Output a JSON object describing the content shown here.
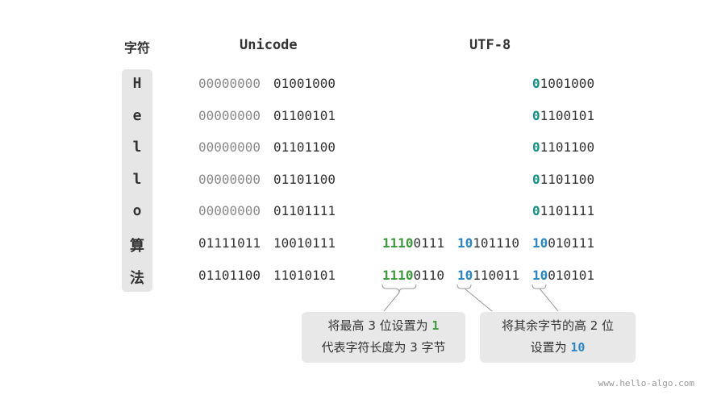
{
  "headers": {
    "char": "字符",
    "unicode": "Unicode",
    "utf8": "UTF-8"
  },
  "rows": [
    {
      "char": "H",
      "unicode_high": "00000000",
      "unicode_low": "01001000",
      "utf8": [
        {
          "prefix": "0",
          "rest": "1001000",
          "color": "teal"
        }
      ]
    },
    {
      "char": "e",
      "unicode_high": "00000000",
      "unicode_low": "01100101",
      "utf8": [
        {
          "prefix": "0",
          "rest": "1100101",
          "color": "teal"
        }
      ]
    },
    {
      "char": "l",
      "unicode_high": "00000000",
      "unicode_low": "01101100",
      "utf8": [
        {
          "prefix": "0",
          "rest": "1101100",
          "color": "teal"
        }
      ]
    },
    {
      "char": "l",
      "unicode_high": "00000000",
      "unicode_low": "01101100",
      "utf8": [
        {
          "prefix": "0",
          "rest": "1101100",
          "color": "teal"
        }
      ]
    },
    {
      "char": "o",
      "unicode_high": "00000000",
      "unicode_low": "01101111",
      "utf8": [
        {
          "prefix": "0",
          "rest": "1101111",
          "color": "teal"
        }
      ]
    },
    {
      "char": "算",
      "unicode_high": "01111011",
      "unicode_low": "10010111",
      "utf8": [
        {
          "prefix": "1110",
          "rest": "0111",
          "color": "green"
        },
        {
          "prefix": "10",
          "rest": "101110",
          "color": "blue"
        },
        {
          "prefix": "10",
          "rest": "010111",
          "color": "blue"
        }
      ]
    },
    {
      "char": "法",
      "unicode_high": "01101100",
      "unicode_low": "11010101",
      "utf8": [
        {
          "prefix": "1110",
          "rest": "0110",
          "color": "green"
        },
        {
          "prefix": "10",
          "rest": "110011",
          "color": "blue"
        },
        {
          "prefix": "10",
          "rest": "010101",
          "color": "blue"
        }
      ]
    }
  ],
  "notes": {
    "left": {
      "line1_text": "将最高 3 位设置为",
      "line1_value": "1",
      "line2": "代表字符长度为 3 字节"
    },
    "right": {
      "line1": "将其余字节的高 2 位",
      "line2_text": "设置为",
      "line2_value": "10"
    }
  },
  "watermark": "www.hello-algo.com",
  "colors": {
    "teal": "#168f87",
    "green": "#3d9a3d",
    "blue": "#2a86c4",
    "gray": "#8a8a8a",
    "box": "#e6e6e6"
  }
}
